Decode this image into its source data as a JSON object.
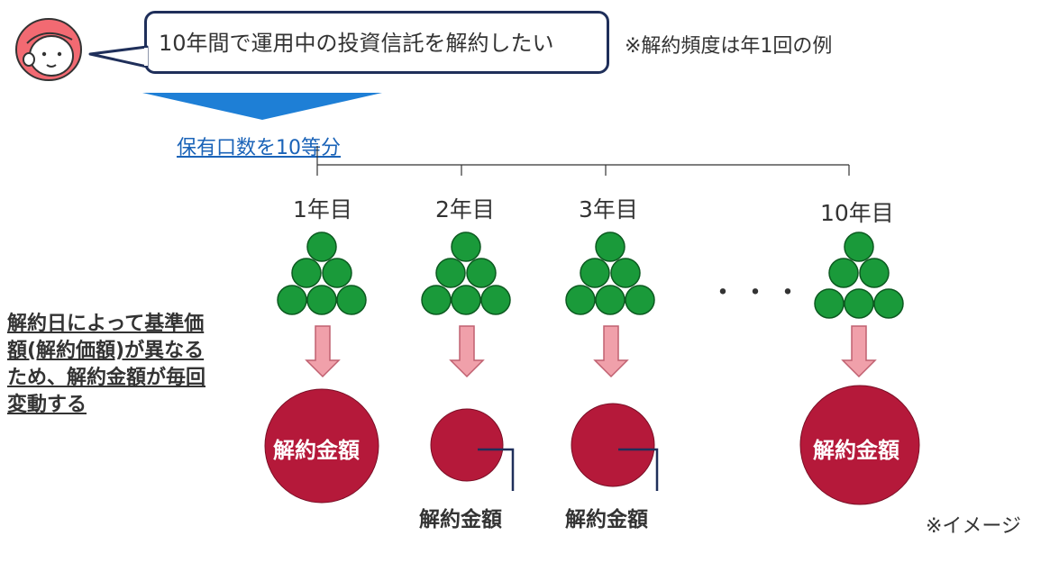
{
  "bubble_text": "10年間で運用中の投資信託を解約したい",
  "note_frequency": "※解約頻度は年1回の例",
  "split_label": "保有口数を10等分",
  "years": [
    "1年目",
    "2年目",
    "3年目",
    "10年目"
  ],
  "ellipsis": "・・・",
  "side_note_lines": [
    "解約日によって基準価",
    "額(解約価額)が異なる",
    "ため、解約金額が毎回",
    "変動する"
  ],
  "amount_label": "解約金額",
  "image_note": "※イメージ",
  "colors": {
    "coin": "#1a9a3a",
    "coin_stroke": "#0c5a20",
    "arrow": "#f0a0aa",
    "arrow_stroke": "#c06070",
    "amount_circle": "#b5193a",
    "bubble_border": "#1f2f5a",
    "split_arrow": "#1e7fd6",
    "link_text": "#1a63b8",
    "avatar_hair": "#f26a72"
  },
  "icons": [
    "woman-avatar-icon",
    "coin-pile-icon",
    "down-arrow-icon"
  ]
}
